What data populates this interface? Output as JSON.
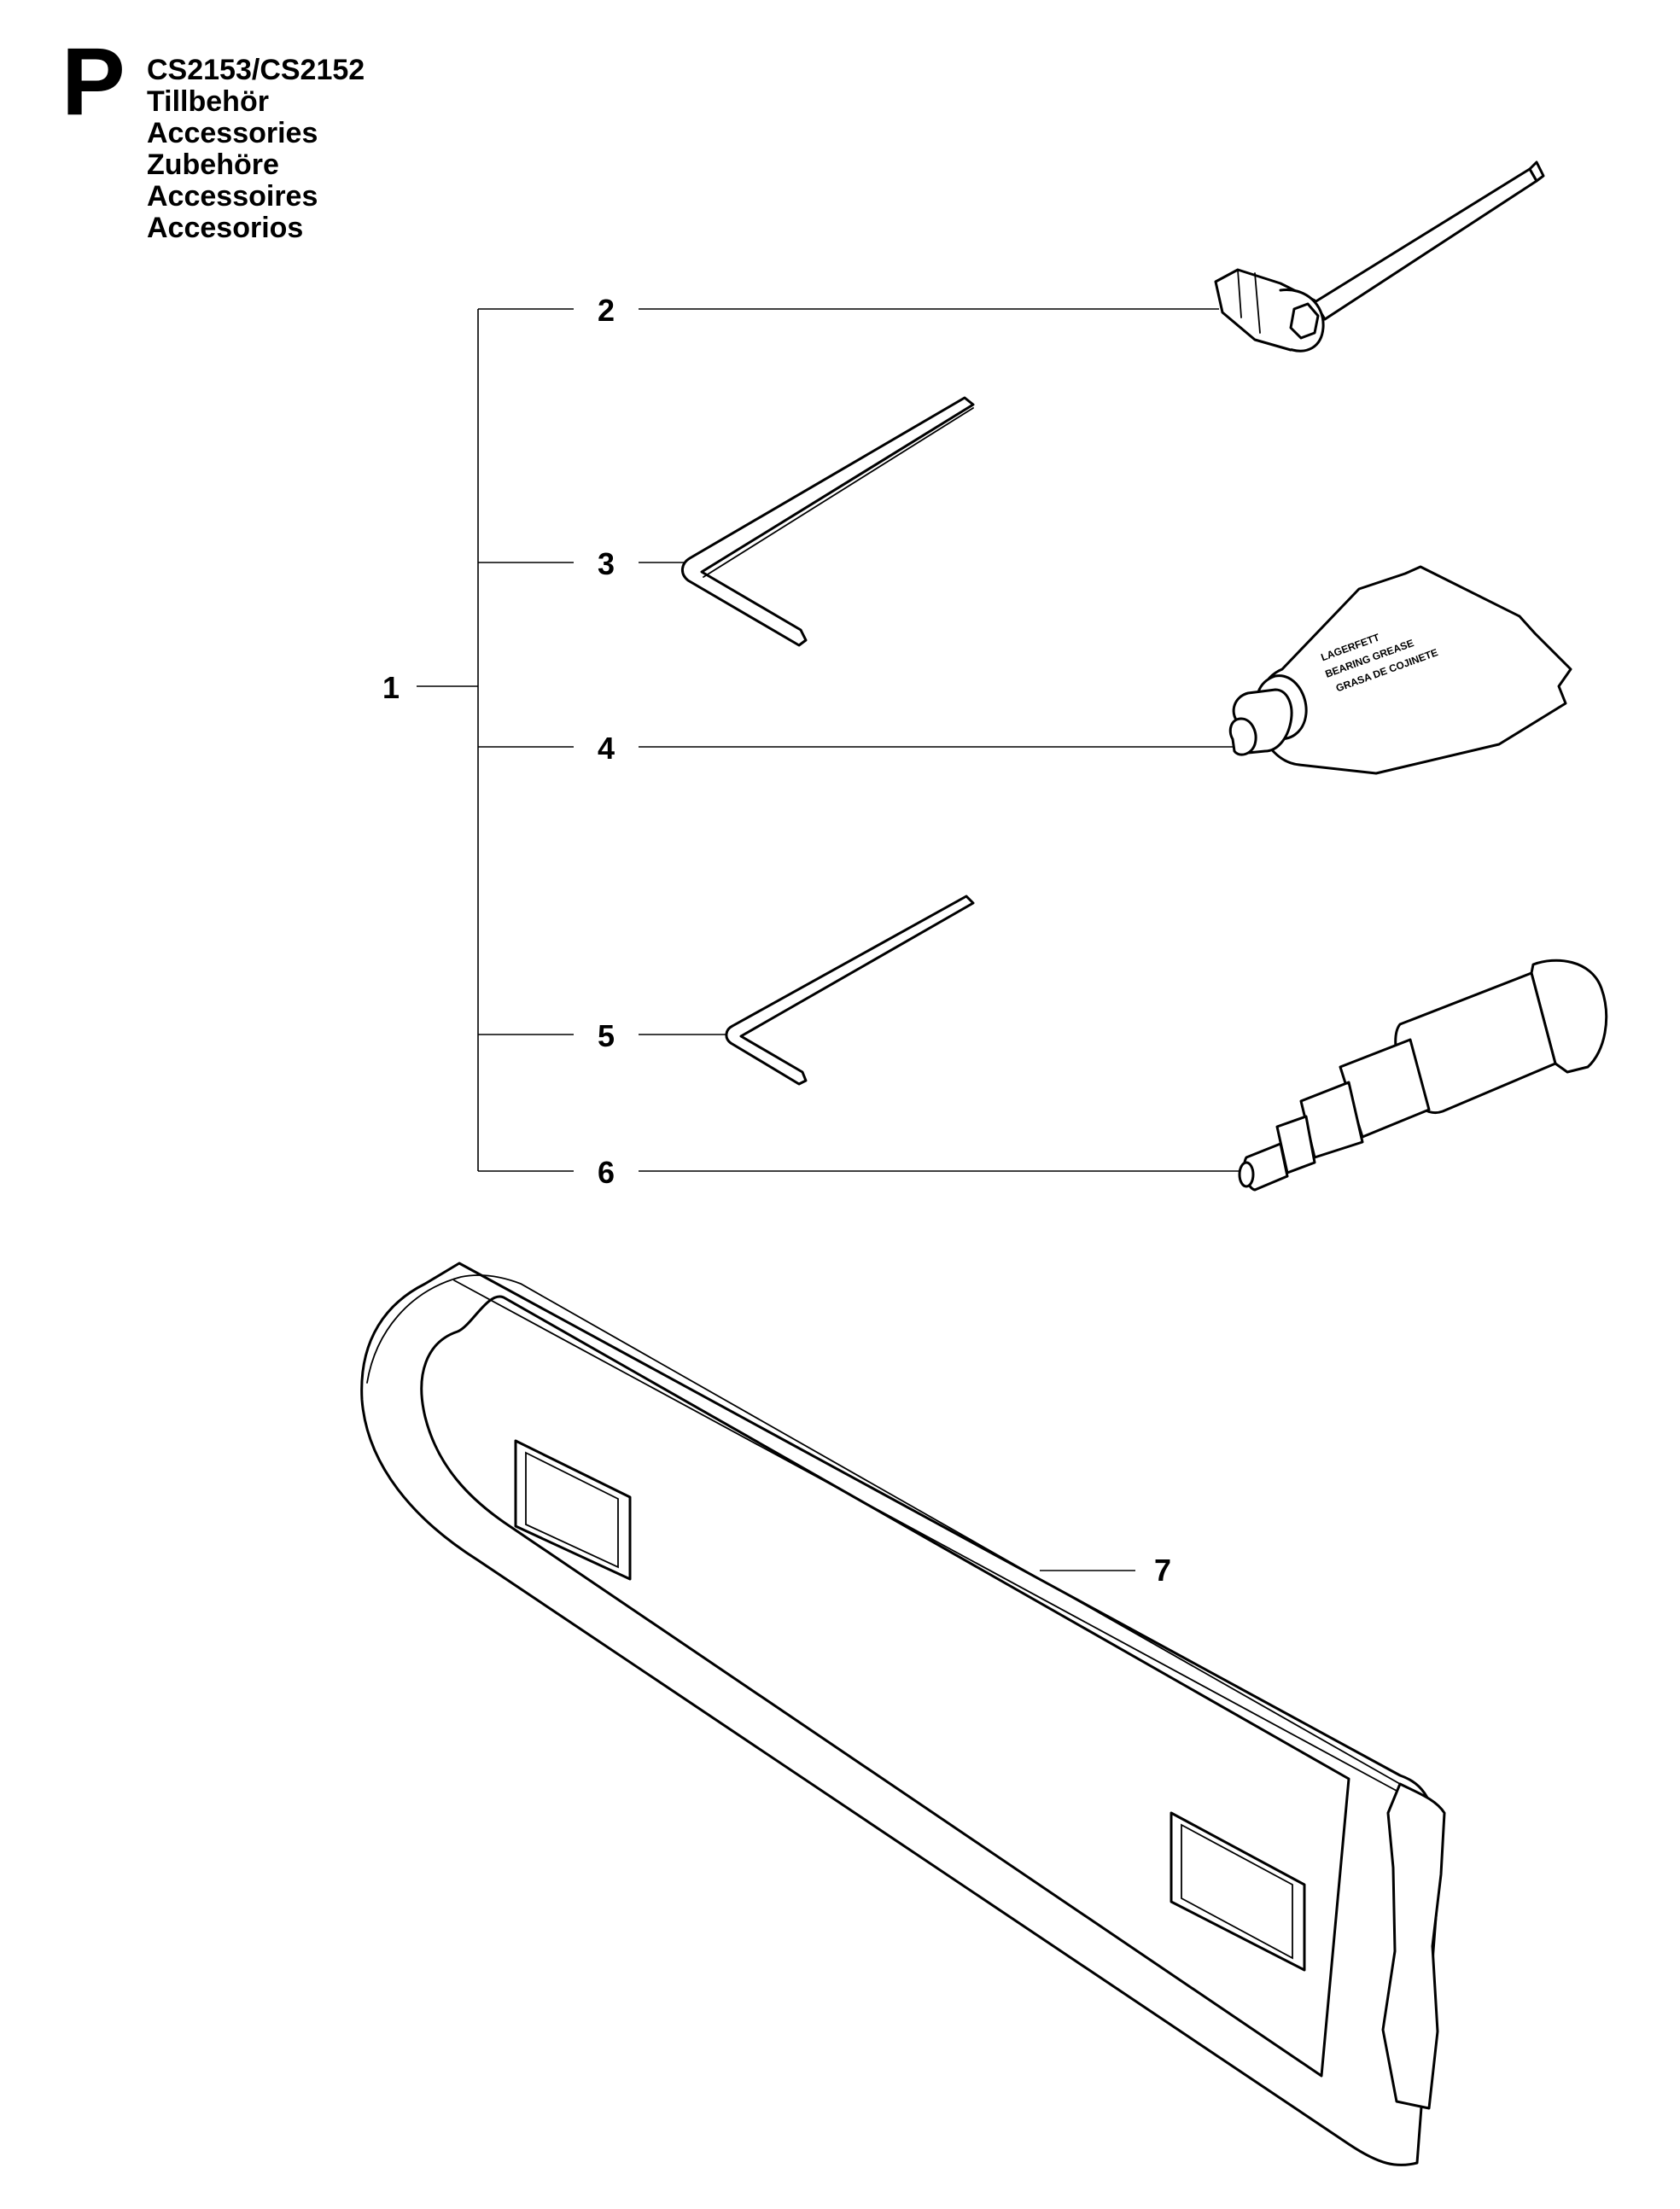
{
  "header": {
    "section_letter": "P",
    "model": "CS2153/CS2152",
    "titles": [
      "Tillbehör",
      "Accessories",
      "Zubehöre",
      "Accessoires",
      "Accesorios"
    ]
  },
  "callouts": [
    "1",
    "2",
    "3",
    "4",
    "5",
    "6",
    "7"
  ],
  "grease_tube_label": [
    "LAGERFETT",
    "BEARING GREASE",
    "GRASA DE COJINETE"
  ]
}
